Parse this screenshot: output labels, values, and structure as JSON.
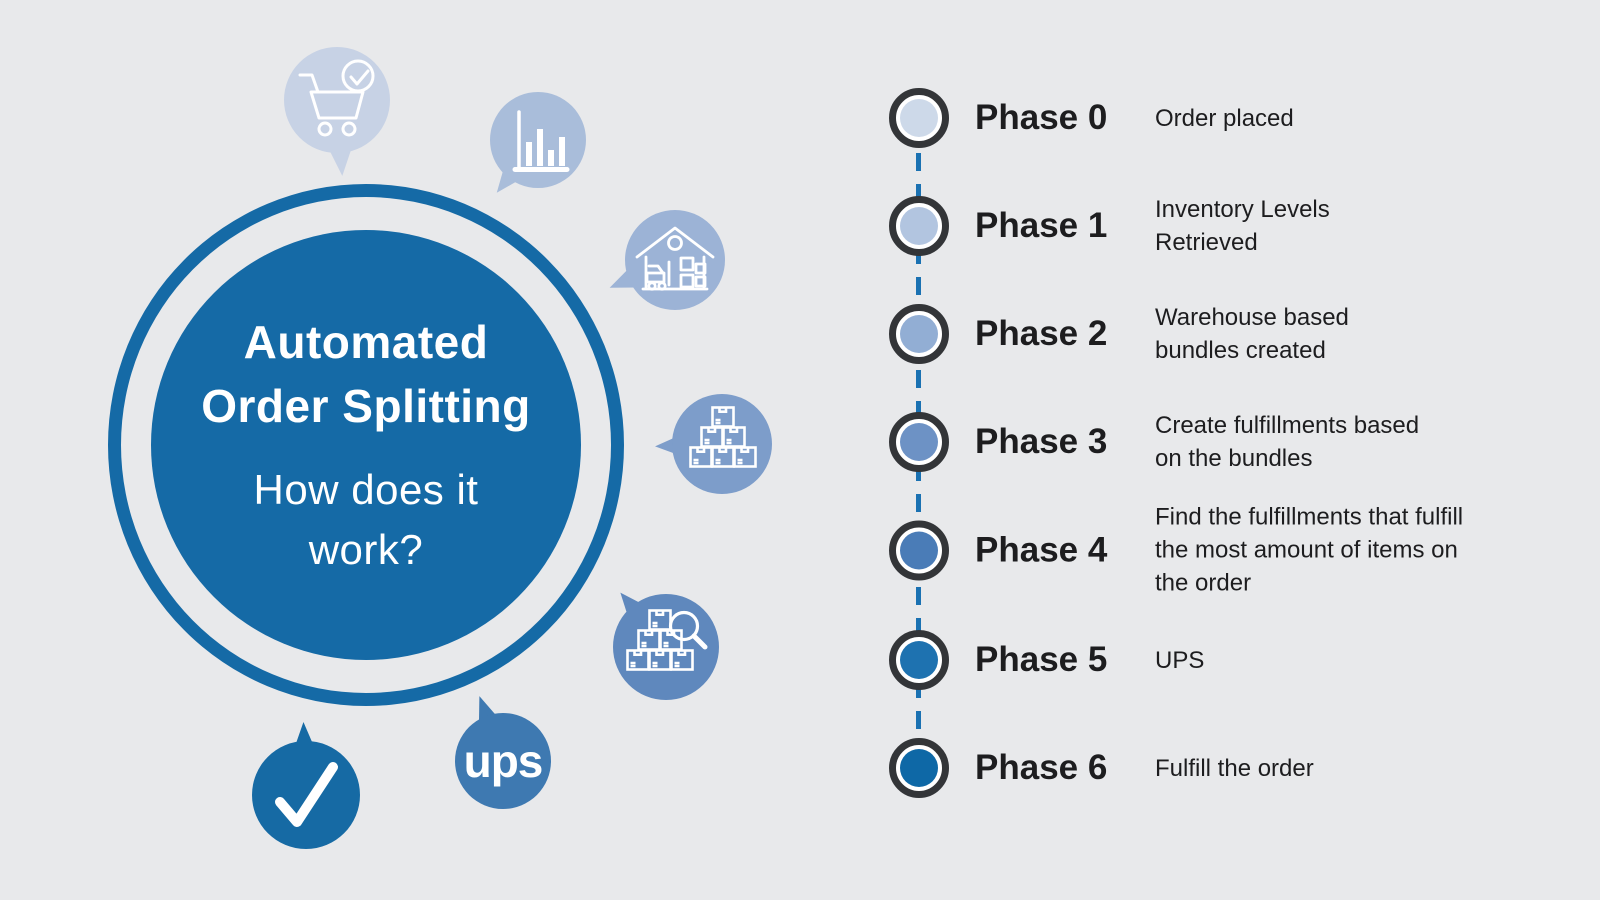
{
  "background_color": "#e8e9eb",
  "hero": {
    "title_lines": [
      "Automated",
      "Order Splitting"
    ],
    "subtitle_lines": [
      "How does it",
      "work?"
    ],
    "circle_color": "#156aa6",
    "bubbles": [
      {
        "name": "cart-check",
        "color": "#c7d2e5"
      },
      {
        "name": "bar-chart",
        "color": "#a9bdda"
      },
      {
        "name": "warehouse",
        "color": "#9cb3d6"
      },
      {
        "name": "stacked-boxes",
        "color": "#7d9dca"
      },
      {
        "name": "boxes-magnifier",
        "color": "#5f88bd"
      },
      {
        "name": "ups",
        "color": "#3e79b1",
        "label": "ups"
      },
      {
        "name": "checkmark",
        "color": "#166aa4"
      }
    ]
  },
  "timeline": {
    "connector_color": "#1a71b2",
    "ring_color": "#333538",
    "phases": [
      {
        "label": "Phase 0",
        "desc_lines": [
          "Order placed"
        ],
        "dot_color": "#cdd9e9"
      },
      {
        "label": "Phase 1",
        "desc_lines": [
          "Inventory Levels",
          "Retrieved"
        ],
        "dot_color": "#b2c5e0"
      },
      {
        "label": "Phase 2",
        "desc_lines": [
          "Warehouse based",
          "bundles created"
        ],
        "dot_color": "#92aed4"
      },
      {
        "label": "Phase 3",
        "desc_lines": [
          "Create fulfillments based",
          "on the bundles"
        ],
        "dot_color": "#6d92c5"
      },
      {
        "label": "Phase 4",
        "desc_lines": [
          "Find the fulfillments that fulfill",
          "the most amount of items on",
          "the order"
        ],
        "dot_color": "#4a7cb7"
      },
      {
        "label": "Phase 5",
        "desc_lines": [
          "UPS"
        ],
        "dot_color": "#1e72b0"
      },
      {
        "label": "Phase 6",
        "desc_lines": [
          "Fulfill the order"
        ],
        "dot_color": "#0e68a6"
      }
    ]
  }
}
